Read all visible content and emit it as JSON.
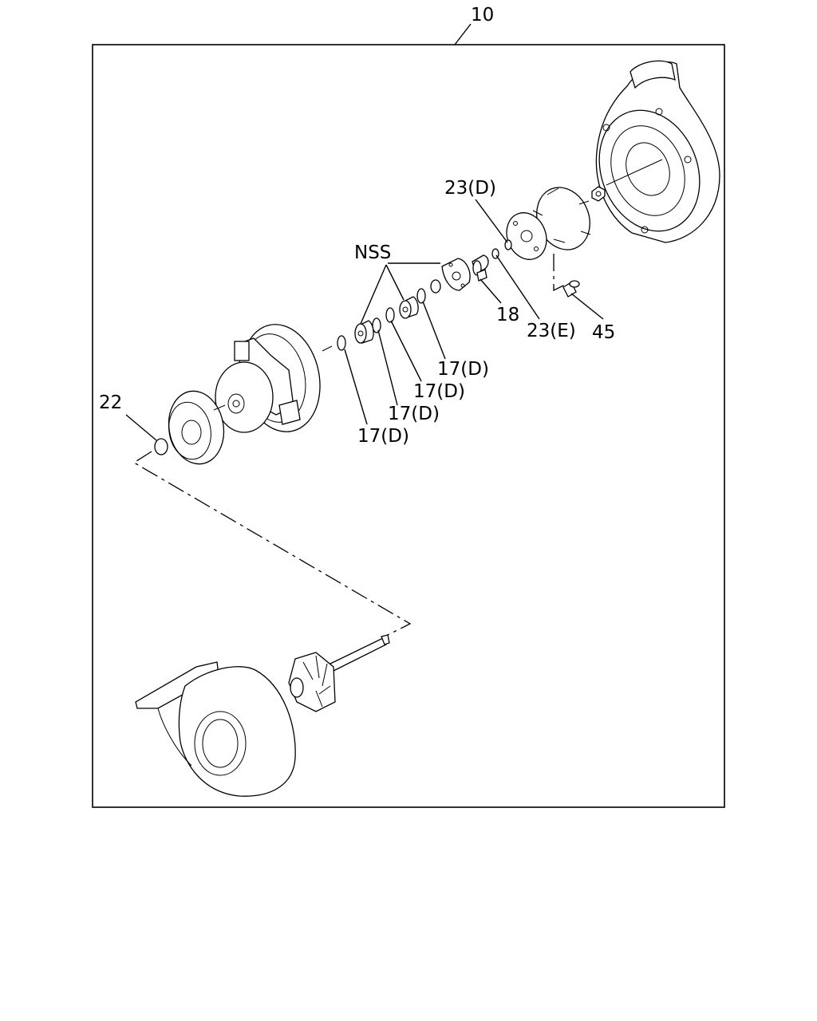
{
  "diagram": {
    "callouts": {
      "assembly": "10",
      "nss": "NSS",
      "part_23d": "23(D)",
      "part_18": "18",
      "part_23e": "23(E)",
      "part_45": "45",
      "part_17d_1": "17(D)",
      "part_17d_2": "17(D)",
      "part_17d_3": "17(D)",
      "part_17d_4": "17(D)",
      "part_22": "22"
    }
  }
}
